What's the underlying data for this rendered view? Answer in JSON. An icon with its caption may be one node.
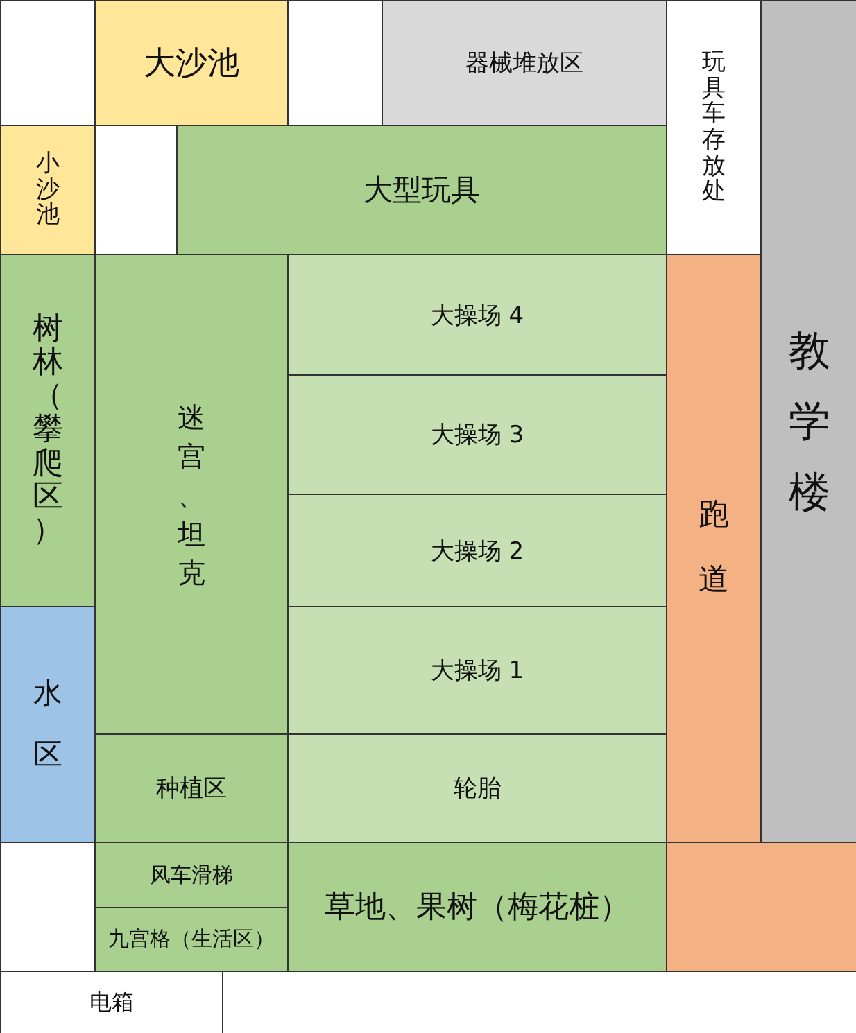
{
  "diagram": {
    "nodes": [
      {
        "text": [],
        "shape": "box"
      },
      {
        "text": [
          "大沙池"
        ]
      },
      {
        "text": [],
        "shape": "box"
      },
      {
        "text": [
          "器械堆放区"
        ]
      },
      {
        "text": [
          "玩具车存放处"
        ]
      },
      {
        "text": [
          "教学楼"
        ]
      },
      {
        "text": [
          "小沙池"
        ]
      },
      {
        "text": [
          "大型玩具"
        ]
      },
      {
        "text": [
          "树林（攀爬区）"
        ]
      },
      {
        "text": [
          "迷宫、坦克"
        ]
      },
      {
        "text": [
          "大操场 4"
        ]
      },
      {
        "text": [
          "大操场 3"
        ]
      },
      {
        "text": [
          "大操场 2"
        ]
      },
      {
        "text": [
          "水区"
        ]
      },
      {
        "text": [
          "大操场 1"
        ]
      },
      {
        "text": [
          "种植区"
        ]
      },
      {
        "text": [
          "轮胎"
        ]
      },
      {
        "text": [
          "跑道"
        ]
      },
      {
        "text": [],
        "shape": "box"
      },
      {
        "text": [
          "风车滑梯"
        ]
      },
      {
        "text": [
          "草地、果树（梅花桩）"
        ]
      },
      {
        "text": [],
        "shape": "box"
      },
      {
        "text": [
          "九宫格（生活区）"
        ]
      },
      {
        "text": [
          "电箱"
        ]
      }
    ]
  }
}
